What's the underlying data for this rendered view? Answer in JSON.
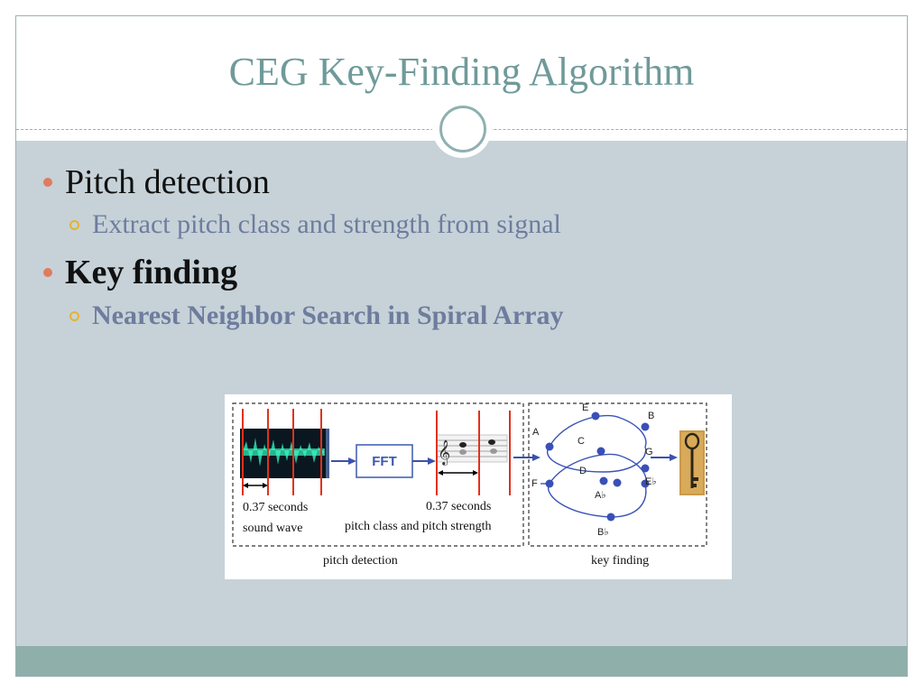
{
  "slide": {
    "title": "CEG Key-Finding Algorithm"
  },
  "bullets": [
    {
      "text": "Pitch detection",
      "level": 1,
      "bold": false
    },
    {
      "text": "Extract pitch class and strength from signal",
      "level": 2,
      "bold": false
    },
    {
      "text": "Key finding",
      "level": 1,
      "bold": true
    },
    {
      "text": "Nearest Neighbor Search in Spiral Array",
      "level": 2,
      "bold": true
    }
  ],
  "figure": {
    "fft_label": "FFT",
    "wave_duration": "0.37 seconds",
    "wave_caption": "sound wave",
    "pitch_duration": "0.37 seconds",
    "pitch_caption": "pitch class and pitch strength",
    "pitch_section": "pitch detection",
    "key_section": "key finding",
    "spiral_nodes": [
      "E",
      "B",
      "A",
      "C",
      "G",
      "D",
      "F",
      "A♭",
      "E♭",
      "B♭"
    ]
  },
  "colors": {
    "title": "#6f9a9a",
    "content_bg": "#c6d2d8",
    "footer": "#8fafab",
    "bullet_level1": "#e07b5e",
    "bullet_level2": "#e2b430",
    "sub_text": "#6e7c9e"
  }
}
